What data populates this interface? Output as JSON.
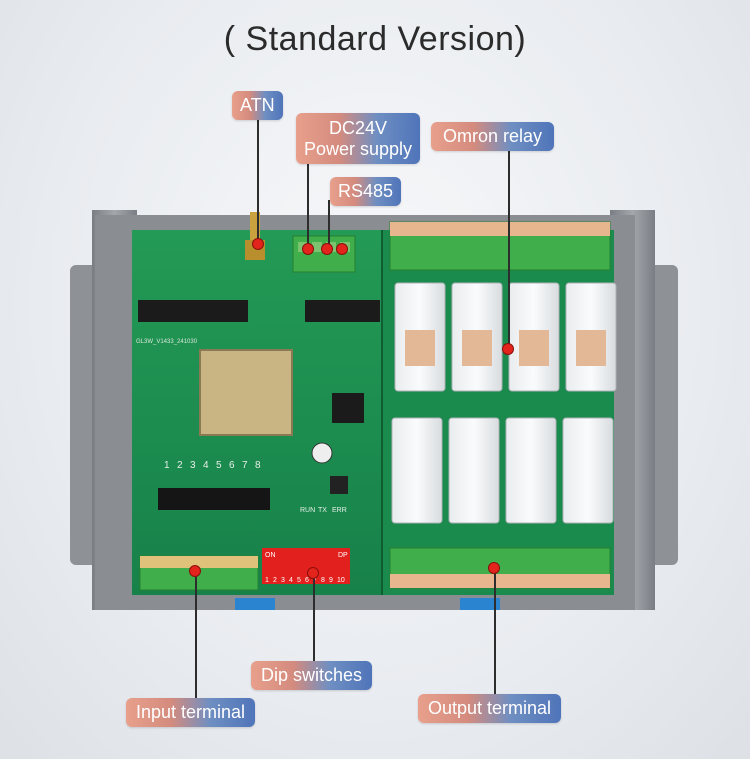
{
  "title": "( Standard Version)",
  "labels": {
    "atn": "ATN",
    "dc24v_line1": "DC24V",
    "dc24v_line2": "Power supply",
    "rs485": "RS485",
    "omron": "Omron relay",
    "dip": "Dip switches",
    "input": "Input terminal",
    "output": "Output terminal"
  },
  "board": {
    "input_numbers": [
      "1",
      "2",
      "3",
      "4",
      "5",
      "6",
      "7",
      "8"
    ],
    "dip_top_left": "ON",
    "dip_top_right": "DP",
    "dip_numbers": [
      "1",
      "2",
      "3",
      "4",
      "5",
      "6",
      "7",
      "8",
      "9",
      "10"
    ],
    "led_labels": [
      "RUN",
      "TX",
      "ERR"
    ],
    "pcb_code": "GL3W_V1433_241030"
  },
  "colors": {
    "pcb": "#1f8f4e",
    "housing": "#8c9095",
    "terminal": "#3fae4b",
    "callout_dot": "#e3241c"
  }
}
